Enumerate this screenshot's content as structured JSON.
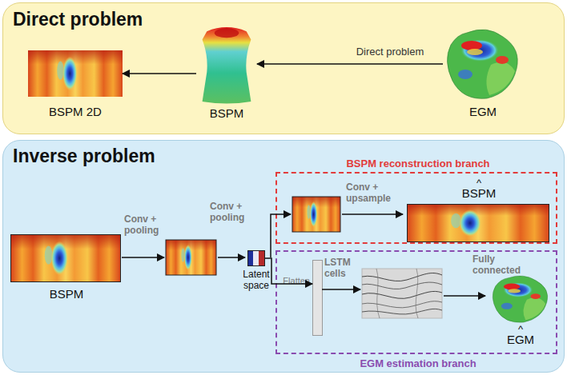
{
  "diagram": {
    "nodes": [
      {
        "text": [
          "Direct problem"
        ]
      },
      {
        "text": [
          "BSPM 2D"
        ],
        "in": 0
      },
      {
        "text": [
          "BSPM"
        ],
        "in": 0
      },
      {
        "text": [
          "EGM"
        ],
        "in": 0
      },
      {
        "text": [
          "Inverse problem"
        ]
      },
      {
        "text": [
          "BSPM"
        ],
        "in": 4
      },
      {
        "text": [
          "Latent space"
        ],
        "in": 4
      },
      {
        "text": [
          "BSPM reconstruction branch"
        ],
        "in": 4
      },
      {
        "text": [
          "^",
          "BSPM"
        ],
        "in": 7
      },
      {
        "text": [
          "EGM estimation branch"
        ],
        "in": 4
      },
      {
        "text": [
          "Flatten"
        ],
        "in": 9
      },
      {
        "text": [
          "^",
          "EGM"
        ],
        "in": 9
      }
    ],
    "edges": [
      {
        "from": 3,
        "to": 2,
        "arrow": "to",
        "label": "Direct problem"
      },
      {
        "from": 2,
        "to": 1,
        "arrow": "to"
      },
      {
        "from": 6,
        "to": 10,
        "arrow": "to"
      }
    ],
    "labels": [
      "Conv + pooling",
      "Conv + pooling",
      "Conv + upsample",
      "LSTM cells",
      "Fully connected"
    ]
  }
}
